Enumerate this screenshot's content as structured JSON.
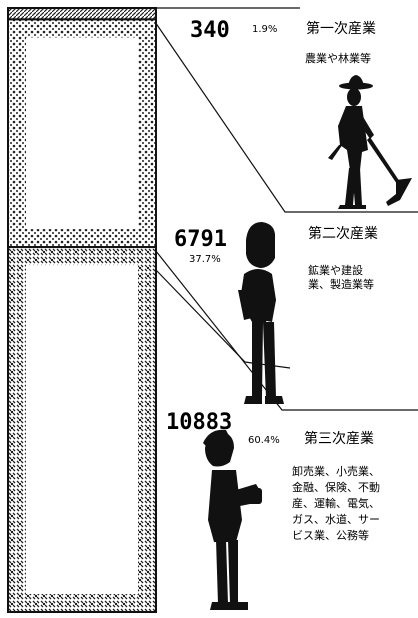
{
  "chart_data": {
    "type": "bar",
    "orientation": "stacked-column",
    "categories": [
      "第一次産業",
      "第二次産業",
      "第三次産業"
    ],
    "values": [
      340,
      6791,
      10883
    ],
    "percents": [
      "1.9%",
      "37.7%",
      "60.4%"
    ],
    "descriptions": [
      [
        "農業や林業等"
      ],
      [
        "鉱業や建設",
        "業、製造業等"
      ],
      [
        "卸売業、小売業、",
        "金融、保険、不動",
        "産、運輸、電気、",
        "ガス、水道、サー",
        "ビス業、公務等"
      ]
    ],
    "value_labels": [
      "340",
      "6791",
      "10883"
    ],
    "icons": [
      "farmer-icon",
      "worker-icon",
      "service-worker-icon"
    ],
    "colors": {
      "ink": "#111111",
      "paper": "#ffffff",
      "pattern": "#222222"
    }
  }
}
